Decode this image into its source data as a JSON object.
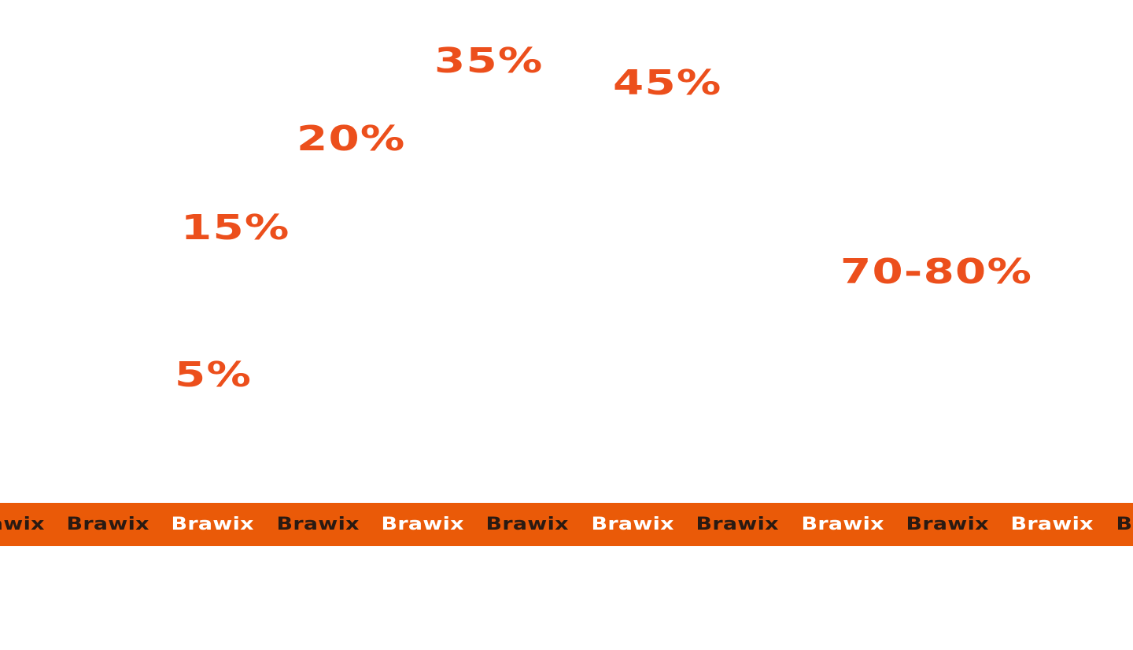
{
  "stats": {
    "s5": "5%",
    "s15": "15%",
    "s20": "20%",
    "s35": "35%",
    "s45": "45%",
    "s70": "70-80%"
  },
  "marquee": {
    "brand_label": "Brawix",
    "items": [
      {
        "label": "Brawix",
        "tone": "dark"
      },
      {
        "label": "Brawix",
        "tone": "dark"
      },
      {
        "label": "Brawix",
        "tone": "light"
      },
      {
        "label": "Brawix",
        "tone": "dark"
      },
      {
        "label": "Brawix",
        "tone": "light"
      },
      {
        "label": "Brawix",
        "tone": "dark"
      },
      {
        "label": "Brawix",
        "tone": "light"
      },
      {
        "label": "Brawix",
        "tone": "dark"
      },
      {
        "label": "Brawix",
        "tone": "light"
      },
      {
        "label": "Brawix",
        "tone": "dark"
      },
      {
        "label": "Brawix",
        "tone": "light"
      },
      {
        "label": "Brawix",
        "tone": "dark"
      }
    ]
  },
  "colors": {
    "stat_accent": "#ec4f1c",
    "marquee_bg": "#ea5a08",
    "marquee_dark_text": "#2a1a12",
    "marquee_light_text": "#ffffff"
  }
}
